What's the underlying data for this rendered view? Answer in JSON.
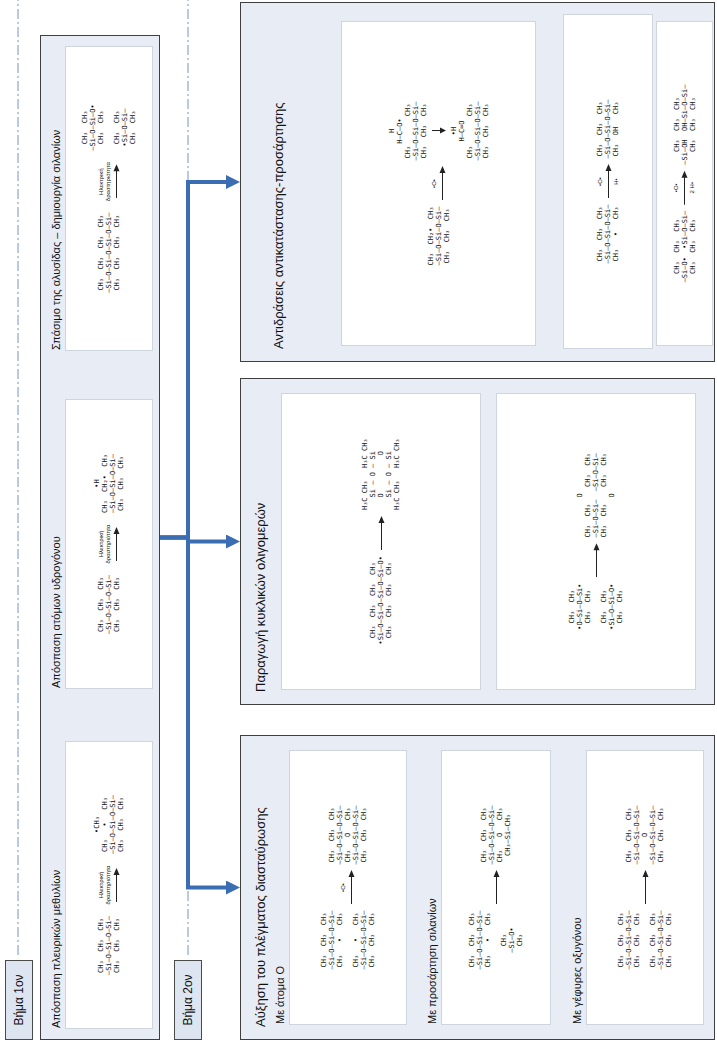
{
  "diagram": {
    "nodes": [
      {
        "text": [
          "Βήμα 1ον"
        ]
      },
      {
        "text": []
      },
      {
        "text": [
          "Απόσπαση πλευρικών μεθυλίων",
          "CH₃  CH₃  CH₃",
          "–Si–O–Si–O–Si–",
          "CH₃  CH₃  CH₃",
          "Ηλεκτρική δραστηριότητα",
          "•CH₃",
          "CH₃   •   CH₃",
          "–Si–O–Si–O–Si–",
          "CH₃  CH₃  CH₃"
        ],
        "in": 1
      },
      {
        "text": [
          "Απόσπαση ατόμων υδρογόνου",
          "CH₃  CH₃  CH₃",
          "–Si–O–Si–O–Si–",
          "CH₃  CH₃  CH₃",
          "Ηλεκτρική δραστηριότητα",
          "•H",
          "CH₃  CH₂•  CH₃",
          "–Si–O–Si–O–Si–",
          "CH₃  CH₃  CH₃"
        ],
        "in": 1
      },
      {
        "text": [
          "Σπάσιμο της αλυσίδας – δημιουργία σιλανίων",
          "CH₃  CH₃  CH₃  CH₃",
          "–Si–O–Si–O–Si–O–Si–",
          "CH₃  CH₃  CH₃  CH₃",
          "Ηλεκτρική δραστηριότητα",
          "CH₃  CH₃",
          "–Si–O–Si–O•",
          "CH₃  CH₃",
          "CH₃  CH₃",
          "•Si–O–Si–",
          "CH₃  CH₃"
        ],
        "in": 1
      },
      {
        "text": [
          "Βήμα 2ον"
        ]
      },
      {
        "text": [
          "Αύξηση του πλέγματος διασταύρωσης"
        ]
      },
      {
        "text": [
          "Με άτομα Ο",
          "CH₃  CH₃  CH₃",
          "–Si–O–Si–O–Si–",
          "CH₃   •   CH₃",
          "CH₃   •   CH₃",
          "–Si–O–Si–O–Si–",
          "CH₃  CH₃  CH₃",
          "•O•",
          "CH₃  CH₃  CH₃",
          "–Si–O–Si–O–Si–",
          "CH₃   O   CH₃",
          "–Si–O–Si–O–Si–",
          "CH₃  CH₃  CH₃"
        ],
        "in": 6
      },
      {
        "text": [
          "Με προσάρτηση σιλανίων",
          "CH₃  CH₃  CH₃",
          "–Si–O–Si–O–Si–",
          "CH₃   •   CH₃",
          "CH₃",
          "–Si–O•",
          "CH₃",
          "CH₃  CH₃  CH₃",
          "–Si–O–Si–O–Si–",
          "CH₃   O   CH₃",
          "CH₃–Si–CH₃"
        ],
        "in": 6
      },
      {
        "text": [
          "Με γέφυρες οξυγόνου",
          "CH₃  CH₃  CH₃",
          "–Si–O–Si–O–Si–",
          "CH₃  CH₃  CH₃",
          "CH₃  CH₃  CH₃",
          "–Si–O–Si–O–Si–",
          "CH₃  CH₃  CH₃",
          "CH₃  CH₃  CH₃",
          "–Si–O–Si–O–Si–",
          "O",
          "–Si–O–Si–O–Si–",
          "CH₃  CH₃  CH₃"
        ],
        "in": 6
      },
      {
        "text": [
          "Παραγωγή κυκλικών ολιγομερών"
        ]
      },
      {
        "text": [
          "CH₃  CH₃  CH₃  CH₃",
          "•Si–O–Si–O–Si–O–Si–O•",
          "CH₃  CH₃  CH₃  CH₃",
          "H₃C CH₃   H₃C CH₃",
          "Si – O – Si",
          "O         O",
          "Si – O – Si",
          "H₃C CH₃   H₃C CH₃"
        ],
        "in": 10
      },
      {
        "text": [
          "CH₃  CH₃",
          "•O–Si–O–Si•",
          "CH₃  CH₃",
          "CH₃  CH₃",
          "•Si–O–Si–O•",
          "CH₃  CH₃",
          "O",
          "CH₃  CH₃    CH₃  CH₃",
          "–Si–O–Si–  –Si–O–Si–",
          "CH₃  CH₃    CH₃  CH₃",
          "O"
        ],
        "in": 10
      },
      {
        "text": [
          "Αντιδράσεις αντικατάστασης-προσάρτησης"
        ]
      },
      {
        "text": [
          "CH₃  CH₂•  CH₃",
          "–Si–O–Si–O–Si–",
          "CH₃  CH₃  CH₃",
          "•O•",
          "H",
          "H–C–O•",
          "CH₃       CH₃",
          "–Si–O–Si–O–Si–",
          "CH₃  CH₃  CH₃",
          "•H",
          "H–C=O",
          "CH₃       CH₃",
          "–Si–O–Si–O–Si–",
          "CH₃  CH₃  CH₃"
        ],
        "in": 13
      },
      {
        "text": [
          "CH₃  CH₃  CH₃",
          "–Si–O–Si–O–Si–",
          "CH₃   •   CH₃",
          "•O•",
          "H•",
          "CH₃  CH₃  CH₃",
          "–Si–O–Si–O–Si–",
          "CH₃  OH   CH₃"
        ],
        "in": 13
      },
      {
        "text": [
          "CH₃  CH₃  CH₃",
          "–Si–O•  •Si–O–Si–",
          "CH₃  CH₃  CH₃",
          "•O•",
          "2 H•",
          "CH₃  CH₃  CH₃",
          "–Si–OH  OH–Si–O–Si–",
          "CH₃  CH₃  CH₃"
        ],
        "in": 13
      }
    ],
    "edges": [
      {
        "from": 1,
        "to": 6,
        "arrow": "to"
      },
      {
        "from": 1,
        "to": 10,
        "arrow": "to"
      },
      {
        "from": 1,
        "to": 13,
        "arrow": "to"
      }
    ]
  }
}
